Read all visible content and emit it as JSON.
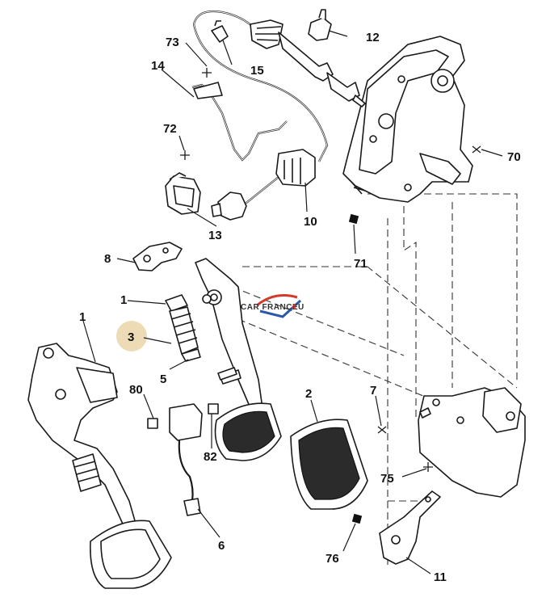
{
  "diagram": {
    "callouts": {
      "c1a": "1",
      "c1b": "1",
      "c2": "2",
      "c3": "3",
      "c5": "5",
      "c6": "6",
      "c7": "7",
      "c8": "8",
      "c10": "10",
      "c11": "11",
      "c12": "12",
      "c13": "13",
      "c14": "14",
      "c15": "15",
      "c70": "70",
      "c71": "71",
      "c72": "72",
      "c73": "73",
      "c75": "75",
      "c76": "76",
      "c80": "80",
      "c82": "82"
    },
    "highlighted_callout": "3",
    "highlight_color": "#e6cf9b",
    "watermark": {
      "text_main": "CAR FRANCE",
      "text_accent": "4",
      "text_tail": "U"
    }
  }
}
